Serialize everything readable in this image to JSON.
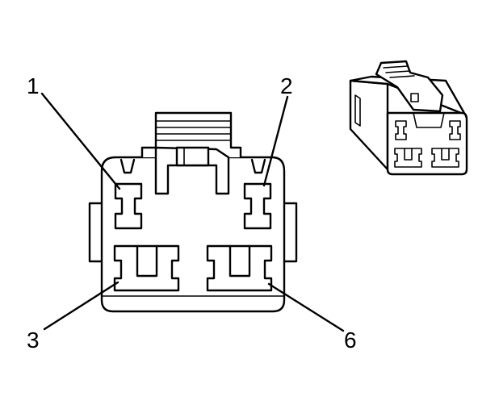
{
  "diagram": {
    "callouts": [
      {
        "id": "pin-1",
        "text": "1"
      },
      {
        "id": "pin-2",
        "text": "2"
      },
      {
        "id": "pin-3",
        "text": "3"
      },
      {
        "id": "pin-6",
        "text": "6"
      }
    ]
  }
}
